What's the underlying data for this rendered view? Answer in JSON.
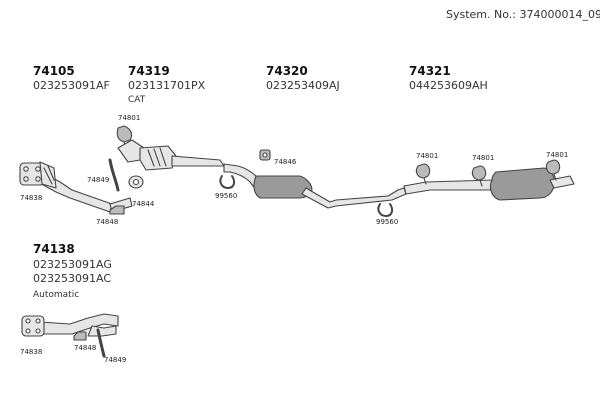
{
  "system_no": "System. No.: 374000014_09",
  "groups": [
    {
      "number": "74105",
      "codes": [
        "023253091AF"
      ],
      "note": ""
    },
    {
      "number": "74319",
      "codes": [
        "023131701PX"
      ],
      "note": "CAT"
    },
    {
      "number": "74320",
      "codes": [
        "023253409AJ"
      ],
      "note": ""
    },
    {
      "number": "74321",
      "codes": [
        "044253609AH"
      ],
      "note": ""
    },
    {
      "number": "74138",
      "codes": [
        "023253091AG",
        "023253091AC"
      ],
      "note": "Automatic"
    }
  ],
  "part_labels": {
    "mount_cat": "74801",
    "clamp_front": "74849",
    "gasket_front": "74838",
    "gasket_cat": "74844",
    "bracket_front": "74848",
    "hanger_mid": "74846",
    "hanger_low_1": "99560",
    "hanger_low_2": "99560",
    "mount_rear_1": "74801",
    "mount_rear_2": "74801",
    "mount_rear_3": "74801",
    "gasket_auto": "74838",
    "bracket_auto": "74848",
    "clamp_auto": "74849"
  },
  "colors": {
    "pipe_fill": "#e6e6e6",
    "pipe_stroke": "#444444",
    "muffler_fill": "#9a9a9a"
  }
}
